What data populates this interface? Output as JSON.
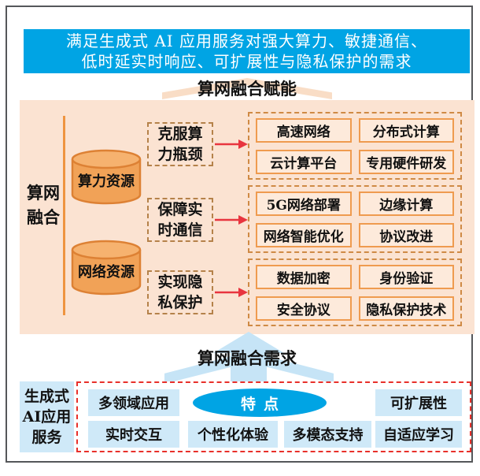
{
  "banner": {
    "line1": "满足生成式 AI 应用服务对强大算力、敏捷通信、",
    "line2": "低时延实时响应、可扩展性与隐私保护的需求"
  },
  "enable_label": "算网融合赋能",
  "fusion": {
    "side_label_lines": [
      "算网",
      "融合"
    ],
    "resources": [
      "算力资源",
      "网络资源"
    ],
    "goals": [
      {
        "lines": [
          "克服算",
          "力瓶颈"
        ]
      },
      {
        "lines": [
          "保障实",
          "时通信"
        ]
      },
      {
        "lines": [
          "实现隐",
          "私保护"
        ]
      }
    ],
    "groups": [
      {
        "items": [
          "高速网络",
          "分布式计算",
          "云计算平台",
          "专用硬件研发"
        ]
      },
      {
        "items": [
          "5G网络部署",
          "边缘计算",
          "网络智能优化",
          "协议改进"
        ]
      },
      {
        "items": [
          "数据加密",
          "身份验证",
          "安全协议",
          "隐私保护技术"
        ]
      }
    ]
  },
  "demand_label": "算网融合需求",
  "bottom": {
    "side_label_lines": [
      "生成式",
      "AI应用",
      "服务"
    ],
    "feature_label": "特点",
    "row1": [
      "多领域应用",
      "可扩展性"
    ],
    "row2": [
      "实时交互",
      "个性化体验",
      "多模态支持",
      "自适应学习"
    ]
  },
  "colors": {
    "banner_blue": "#00a4e4",
    "panel_peach": "#fbe3d2",
    "capability_fill": "#fdeadb",
    "orange_border": "#ef9b4f",
    "dashed_brown": "#cf8a45",
    "dashed_red": "#e8302a",
    "arrow_red": "#e8353f",
    "chip_blue": "#cfe9f8",
    "arrow_blue": "#c6e4f6",
    "cylinder_body": "#f1a257",
    "cylinder_top": "#f6b26f"
  }
}
